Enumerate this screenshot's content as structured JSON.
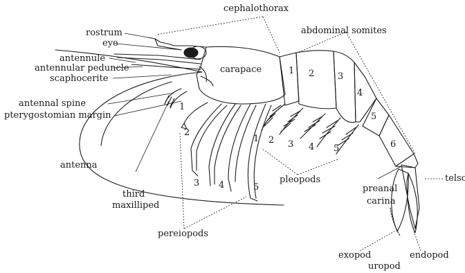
{
  "labels": {
    "cephalothorax": "cephalothorax",
    "abdominal_somites": "abdominal somites",
    "rostrum": "rostrum",
    "eye": "eye",
    "antennule": "antennule",
    "antennular_peduncle": "antennular peduncle",
    "scaphocerite": "scaphocerite",
    "antennal_spine": "antennal spine",
    "pterygostomian_margin": "pterygostomian margin",
    "carapace": "carapace",
    "antenna": "antenna",
    "third_maxilliped_line1": "third",
    "third_maxilliped_line2": "maxilliped",
    "pereiopods": "pereiopods",
    "pleopods": "pleopods",
    "preanal_carina_line1": "preanal",
    "preanal_carina_line2": "carina",
    "telson": "telso",
    "exopod": "exopod",
    "uropod": "uropod",
    "endopod": "endopod"
  },
  "somite_numbers": [
    "1",
    "2",
    "3",
    "4",
    "5",
    "6"
  ],
  "pereiopod_numbers": [
    "1",
    "2",
    "3",
    "4",
    "5"
  ],
  "pleopod_numbers": [
    "1",
    "2",
    "3",
    "4",
    "5"
  ],
  "colors": {
    "ink": "#1a1a1a",
    "background": "#ffffff"
  }
}
